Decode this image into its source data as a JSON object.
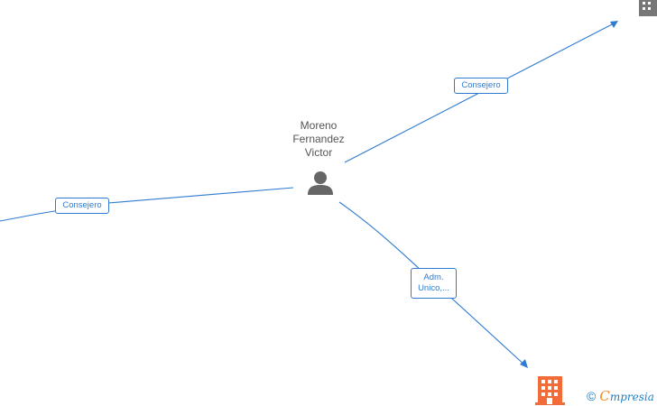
{
  "person": {
    "name_lines": [
      "Moreno",
      "Fernandez",
      "Victor"
    ],
    "icon": "person-icon",
    "color": "#666666"
  },
  "edges": [
    {
      "label_lines": [
        "Consejero"
      ],
      "icon": "building-icon",
      "color": "#2f7bd0"
    },
    {
      "label_lines": [
        "Consejero"
      ],
      "icon": "",
      "color": "#2f7bd0"
    },
    {
      "label_lines": [
        "Adm.",
        "Unico,..."
      ],
      "icon": "building-icon",
      "color": "#2f7bd0"
    }
  ],
  "companies": [
    {
      "icon": "building-icon",
      "color": "#777777"
    },
    {
      "icon": "building-icon",
      "color": "#f26c3a"
    }
  ],
  "footer": {
    "copyright_symbol": "©",
    "brand_first": "C",
    "brand_rest": "mpresia"
  }
}
